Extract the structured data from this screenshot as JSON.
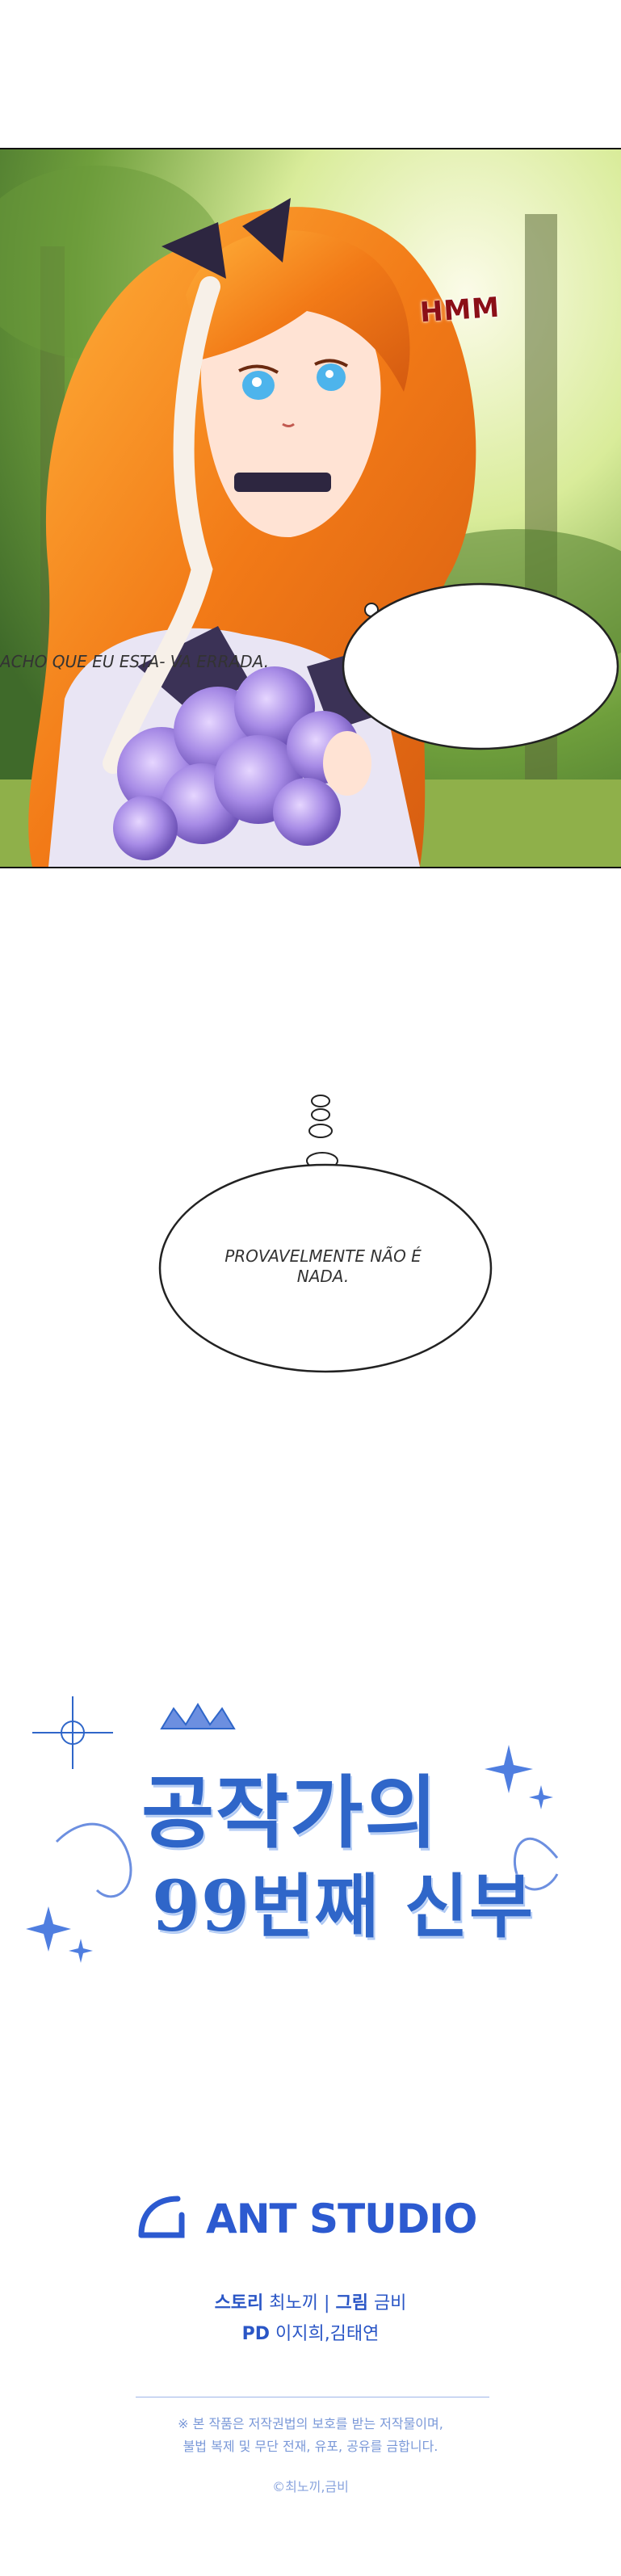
{
  "panel1": {
    "sfx": "HMM",
    "speech": "ACHO QUE EU ESTA- VA ERRADA."
  },
  "thought": {
    "text": "PROVAVELMENTE NÃO É NADA."
  },
  "title": {
    "line1": "공작가의",
    "line2": "99번째 신부"
  },
  "studio": {
    "name": "ANT STUDIO",
    "story_label": "스토리",
    "story_value": "최노끼",
    "art_label": "그림",
    "art_value": "금비",
    "separator": "|",
    "pd_label": "PD",
    "pd_value": "이지희,김태연"
  },
  "notice": {
    "line1": "※ 본 작품은 저작권법의 보호를 받는 저작물이며,",
    "line2": "불법 복제 및 무단 전재, 유포, 공유를 금합니다.",
    "copyright": "©최노끼,금비"
  },
  "colors": {
    "sfx": "#8b0f17",
    "title_blue": "#2f66c9",
    "studio_blue": "#2c5ad0"
  }
}
